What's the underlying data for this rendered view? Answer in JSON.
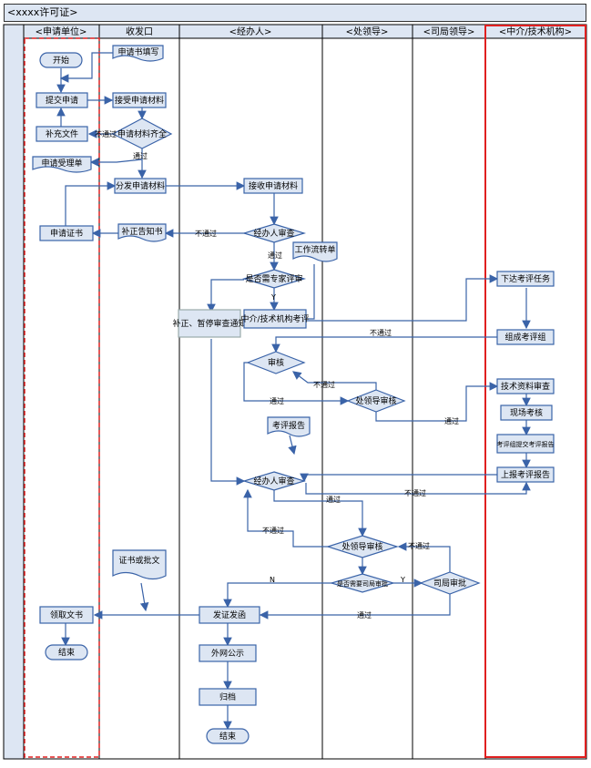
{
  "diagram": {
    "title": "<xxxx许可证>",
    "lanes": [
      {
        "id": "applicant",
        "label": "<申请单位>"
      },
      {
        "id": "receive",
        "label": "收发口"
      },
      {
        "id": "handler",
        "label": "<经办人>"
      },
      {
        "id": "section",
        "label": "<处领导>"
      },
      {
        "id": "bureau",
        "label": "<司局领导>"
      },
      {
        "id": "agency",
        "label": "<中介/技术机构>"
      }
    ],
    "nodes": {
      "start": "开始",
      "submit": "提交申请",
      "supplement": "补充文件",
      "notice_accept": "申请受理单",
      "collect_doc": "申请证书",
      "fill_form": "申请书填写",
      "receive_materials": "接受申请材料",
      "check_materials": "申请材料齐全",
      "distribute": "分发申请材料",
      "reply_notice": "补正告知书",
      "handler_receive": "接收申请材料",
      "first_review": "经办人审查",
      "work_note": "工作流转单",
      "need_expert": "是否需专家评审",
      "revise_note": "补正、暂停审查通知",
      "agency_review": "中介/技术机构考评",
      "expert_task": "下达考评任务",
      "form_group": "组成考评组",
      "audit": "审核",
      "tech_review": "技术资料审查",
      "site_check": "现场考核",
      "submit_report": "考评组提交考评报告",
      "report_review": "上报考评报告",
      "pending_decision": "处领导审核",
      "report_doc": "考评报告",
      "handler_check": "经办人审查",
      "section_review": "处领导审核",
      "whether_level": "是否需要司局审批",
      "bureau_review": "司局审批",
      "license_doc": "证书或批文",
      "issue": "发证发函",
      "receive_license": "领取文书",
      "publish": "外网公示",
      "archive": "归档",
      "end_applicant": "结束",
      "end_handler": "结束"
    },
    "edge_labels": {
      "not_pass": "不通过",
      "pass": "通过",
      "yes": "Y",
      "no": "N"
    }
  }
}
